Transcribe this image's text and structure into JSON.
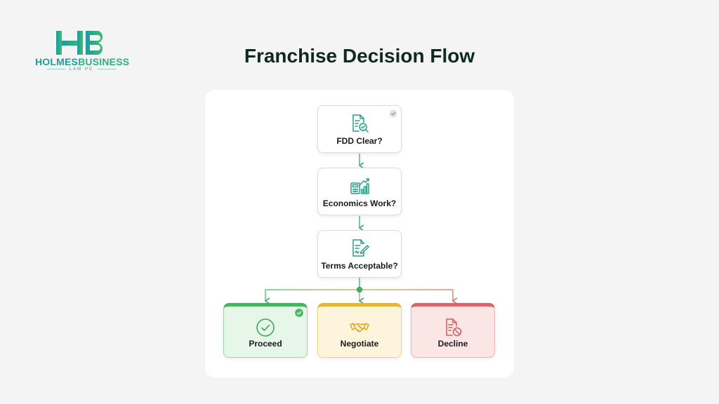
{
  "brand": {
    "name_part1": "HOLMES",
    "name_part2": "BUSINESS",
    "subtitle": "LAW PC"
  },
  "title": "Franchise Decision Flow",
  "flow": {
    "questions": [
      {
        "label": "FDD Clear?",
        "icon": "document-search-icon"
      },
      {
        "label": "Economics Work?",
        "icon": "calculator-chart-icon"
      },
      {
        "label": "Terms Acceptable?",
        "icon": "contract-sign-icon"
      }
    ],
    "outcomes": [
      {
        "label": "Proceed",
        "icon": "check-circle-icon",
        "color": "#47b35f"
      },
      {
        "label": "Negotiate",
        "icon": "handshake-icon",
        "color": "#e4b63a"
      },
      {
        "label": "Decline",
        "icon": "document-blocked-icon",
        "color": "#d9646a"
      }
    ]
  },
  "colors": {
    "brand_teal": "#1f9e9a",
    "connector": "#3aa58a",
    "title": "#10281f"
  }
}
